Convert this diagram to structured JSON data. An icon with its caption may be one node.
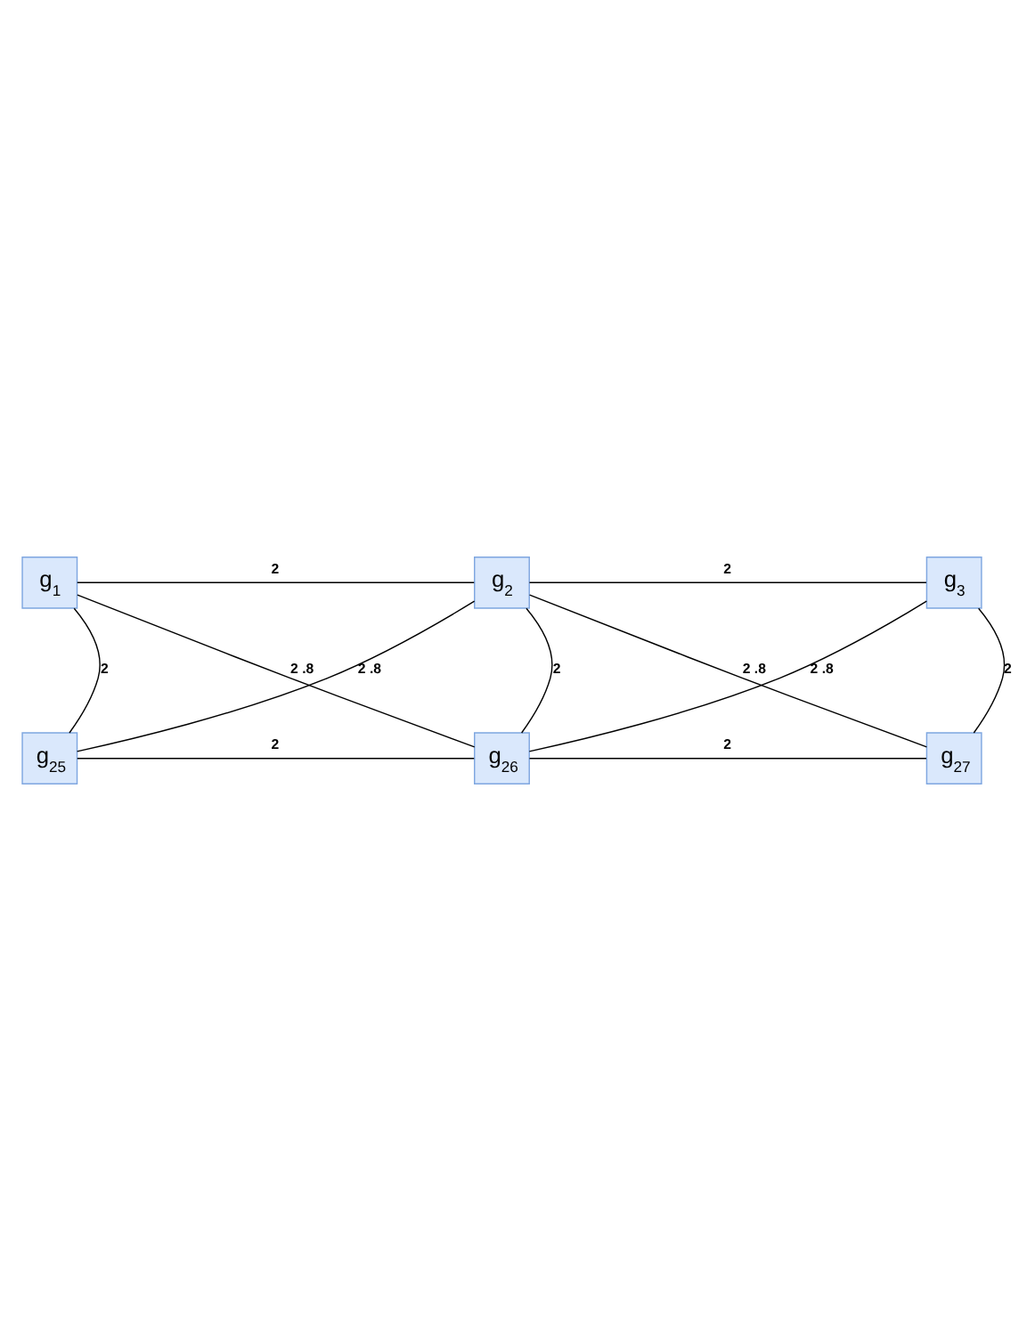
{
  "diagram": {
    "nodes": [
      {
        "text": [
          "g$_{1}$"
        ]
      },
      {
        "text": [
          "g$_{2}$"
        ]
      },
      {
        "text": [
          "g$_{3}$"
        ]
      },
      {
        "text": [
          "g$_{25}$"
        ]
      },
      {
        "text": [
          "g$_{26}$"
        ]
      },
      {
        "text": [
          "g$_{27}$"
        ]
      }
    ],
    "edges": [
      {
        "from": 0,
        "to": 1,
        "arrow": "none",
        "label": "2"
      },
      {
        "from": 1,
        "to": 2,
        "arrow": "none",
        "label": "2"
      },
      {
        "from": 0,
        "to": 3,
        "arrow": "none",
        "label": "2"
      },
      {
        "from": 0,
        "to": 4,
        "arrow": "none",
        "label": "2 .8"
      },
      {
        "from": 1,
        "to": 3,
        "arrow": "none",
        "label": "2 .8"
      },
      {
        "from": 1,
        "to": 4,
        "arrow": "none",
        "label": "2"
      },
      {
        "from": 1,
        "to": 5,
        "arrow": "none",
        "label": "2 .8"
      },
      {
        "from": 2,
        "to": 4,
        "arrow": "none",
        "label": "2 .8"
      },
      {
        "from": 2,
        "to": 5,
        "arrow": "none",
        "label": "2"
      },
      {
        "from": 3,
        "to": 4,
        "arrow": "none",
        "label": "2"
      },
      {
        "from": 4,
        "to": 5,
        "arrow": "none",
        "label": "2"
      }
    ]
  }
}
